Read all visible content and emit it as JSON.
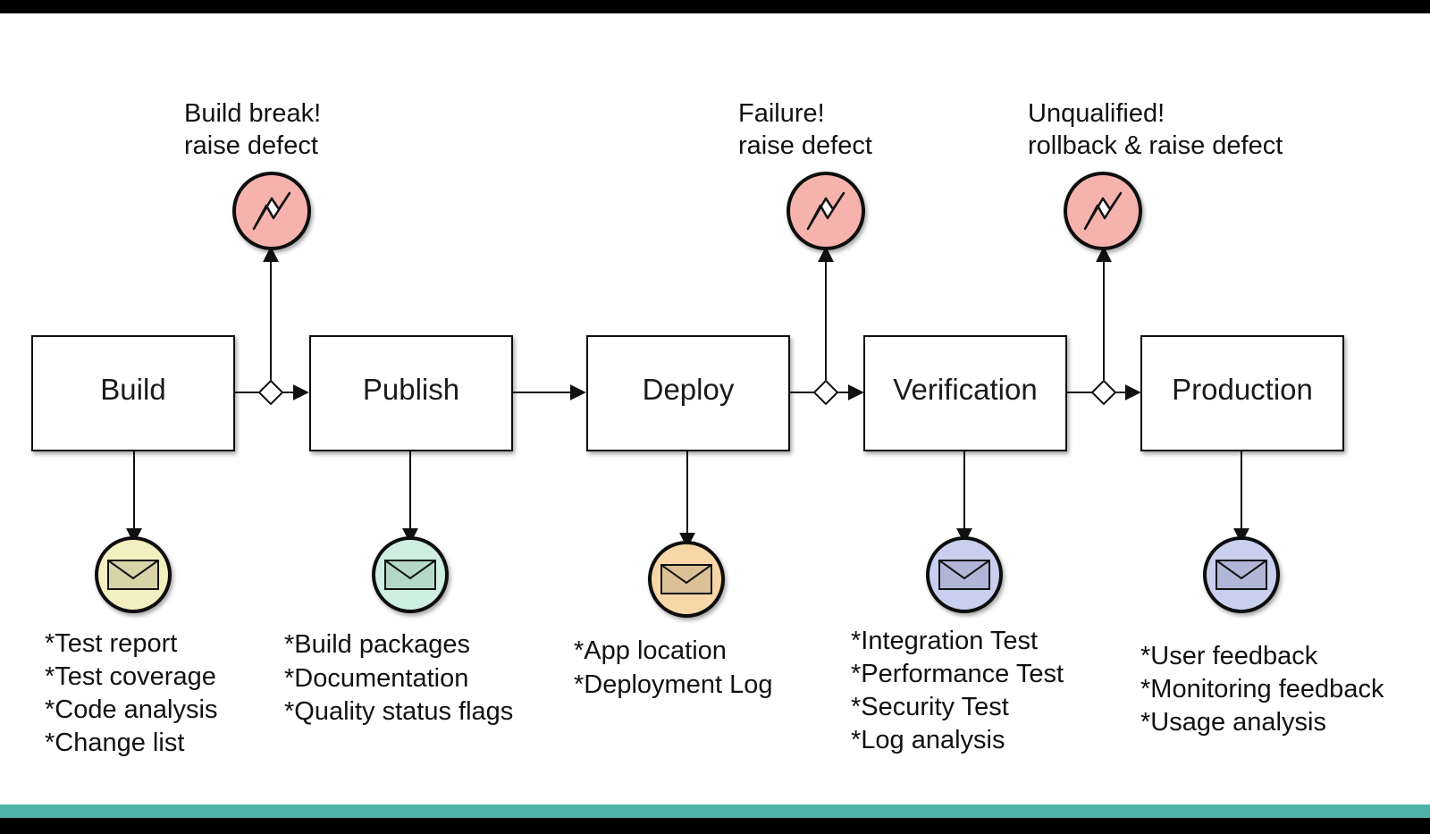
{
  "stages": [
    {
      "label": "Build"
    },
    {
      "label": "Publish"
    },
    {
      "label": "Deploy"
    },
    {
      "label": "Verification"
    },
    {
      "label": "Production"
    }
  ],
  "outputs": [
    {
      "lines": [
        "*Test report",
        "*Test coverage",
        "*Code analysis",
        "*Change list"
      ],
      "color": "#f3efc0"
    },
    {
      "lines": [
        "*Build packages",
        "*Documentation",
        "*Quality status flags"
      ],
      "color": "#cdeee0"
    },
    {
      "lines": [
        "*App location",
        "*Deployment Log"
      ],
      "color": "#f7d7a8"
    },
    {
      "lines": [
        "*Integration Test",
        "*Performance Test",
        "*Security Test",
        "*Log analysis"
      ],
      "color": "#c9cfef"
    },
    {
      "lines": [
        "*User feedback",
        "*Monitoring feedback",
        "*Usage analysis"
      ],
      "color": "#c9cfef"
    }
  ],
  "gates": [
    {
      "line1": "Build break!",
      "line2": "raise defect"
    },
    {
      "line1": "Failure!",
      "line2": "raise defect"
    },
    {
      "line1": "Unqualified!",
      "line2": "rollback & raise defect"
    }
  ],
  "icons": {
    "error": "lightning-error-icon",
    "message": "envelope-message-icon"
  },
  "colors": {
    "error_fill": "#f6b3ad",
    "teal_bar": "#4fb3ac"
  }
}
